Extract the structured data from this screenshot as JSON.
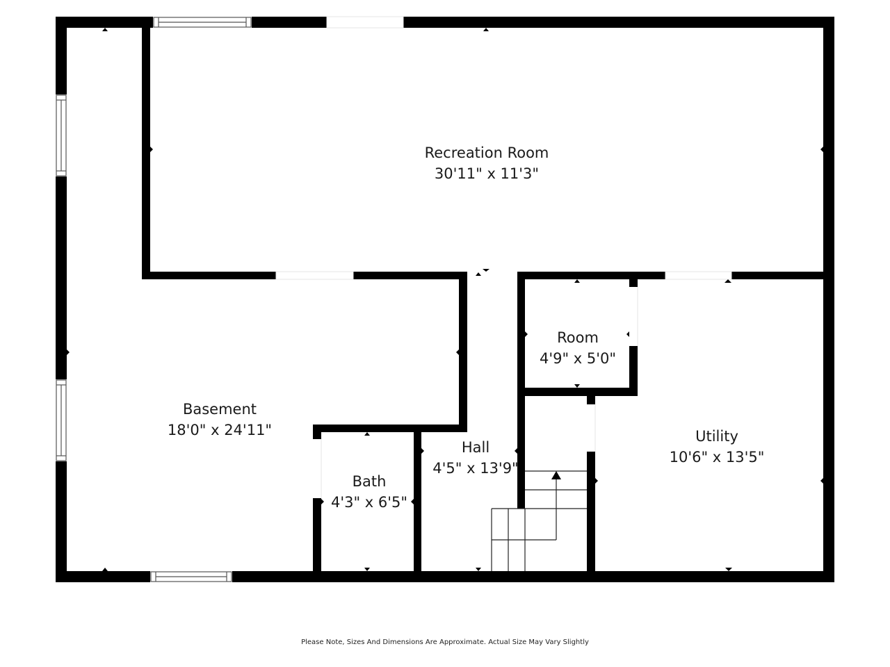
{
  "floor_plan": {
    "rooms": [
      {
        "id": "recreation",
        "name": "Recreation Room",
        "dimensions": "30'11\" x 11'3\""
      },
      {
        "id": "room",
        "name": "Room",
        "dimensions": "4'9\" x 5'0\""
      },
      {
        "id": "basement",
        "name": "Basement",
        "dimensions": "18'0\" x 24'11\""
      },
      {
        "id": "hall",
        "name": "Hall",
        "dimensions": "4'5\" x 13'9\""
      },
      {
        "id": "utility",
        "name": "Utility",
        "dimensions": "10'6\" x 13'5\""
      },
      {
        "id": "bath",
        "name": "Bath",
        "dimensions": "4'3\" x 6'5\""
      }
    ],
    "colors": {
      "wall": "#000000",
      "background": "#ffffff",
      "window": "#555555"
    }
  },
  "footer": {
    "note": "Please Note, Sizes And Dimensions Are Approximate. Actual Size May Vary Slightly"
  }
}
